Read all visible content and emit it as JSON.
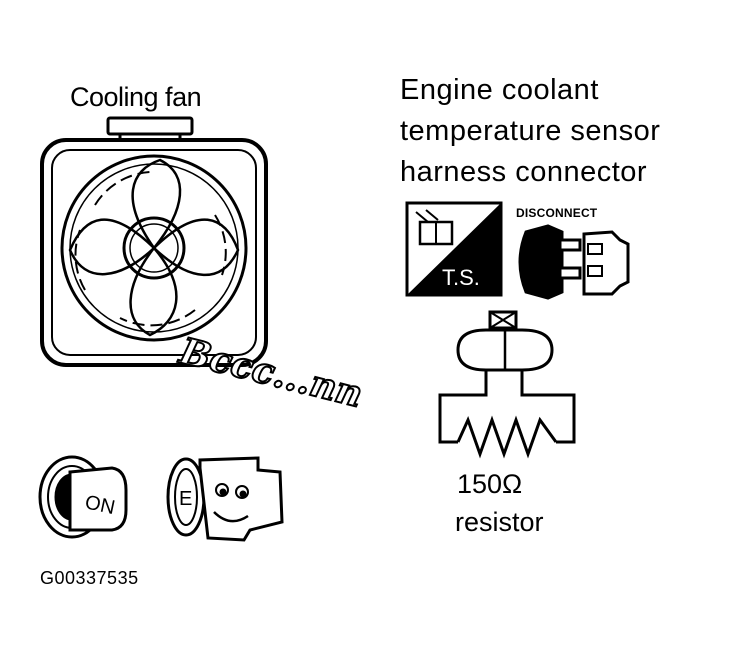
{
  "labels": {
    "cooling_fan": "Cooling fan",
    "sensor_line1": "Engine coolant",
    "sensor_line2": "temperature sensor",
    "sensor_line3": "harness connector",
    "disconnect": "DISCONNECT",
    "ts": "T.S.",
    "resistor_value": "150Ω",
    "resistor_label": "resistor",
    "sound": "Bccc...nn",
    "ignition": "ON",
    "engine_letter": "E",
    "figure_code": "G00337535"
  },
  "colors": {
    "ink": "#000000",
    "paper": "#ffffff"
  }
}
